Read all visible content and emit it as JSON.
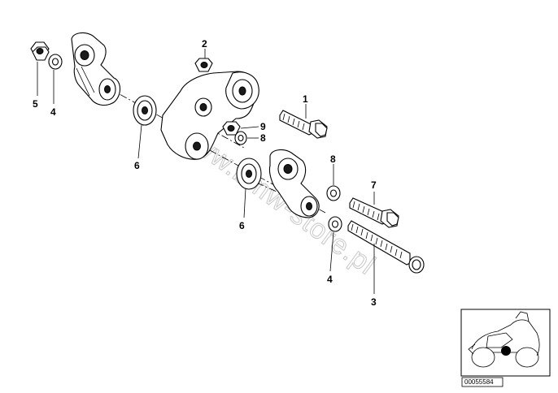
{
  "callouts": [
    {
      "label": "1",
      "part": "bolt-upper"
    },
    {
      "label": "2",
      "part": "nut-top"
    },
    {
      "label": "3",
      "part": "long-bolt"
    },
    {
      "label": "4",
      "part": "washer-left"
    },
    {
      "label": "4",
      "part": "washer-lower"
    },
    {
      "label": "5",
      "part": "nut-left"
    },
    {
      "label": "6",
      "part": "bushing-left"
    },
    {
      "label": "6",
      "part": "bushing-lower"
    },
    {
      "label": "7",
      "part": "bolt-lower"
    },
    {
      "label": "8",
      "part": "washer-mid"
    },
    {
      "label": "8",
      "part": "washer-right"
    },
    {
      "label": "9",
      "part": "nut-mid"
    }
  ],
  "watermark": "www.bmw-store.pl",
  "inset": {
    "reference_number": "00055584",
    "marker_color": "#000000"
  }
}
